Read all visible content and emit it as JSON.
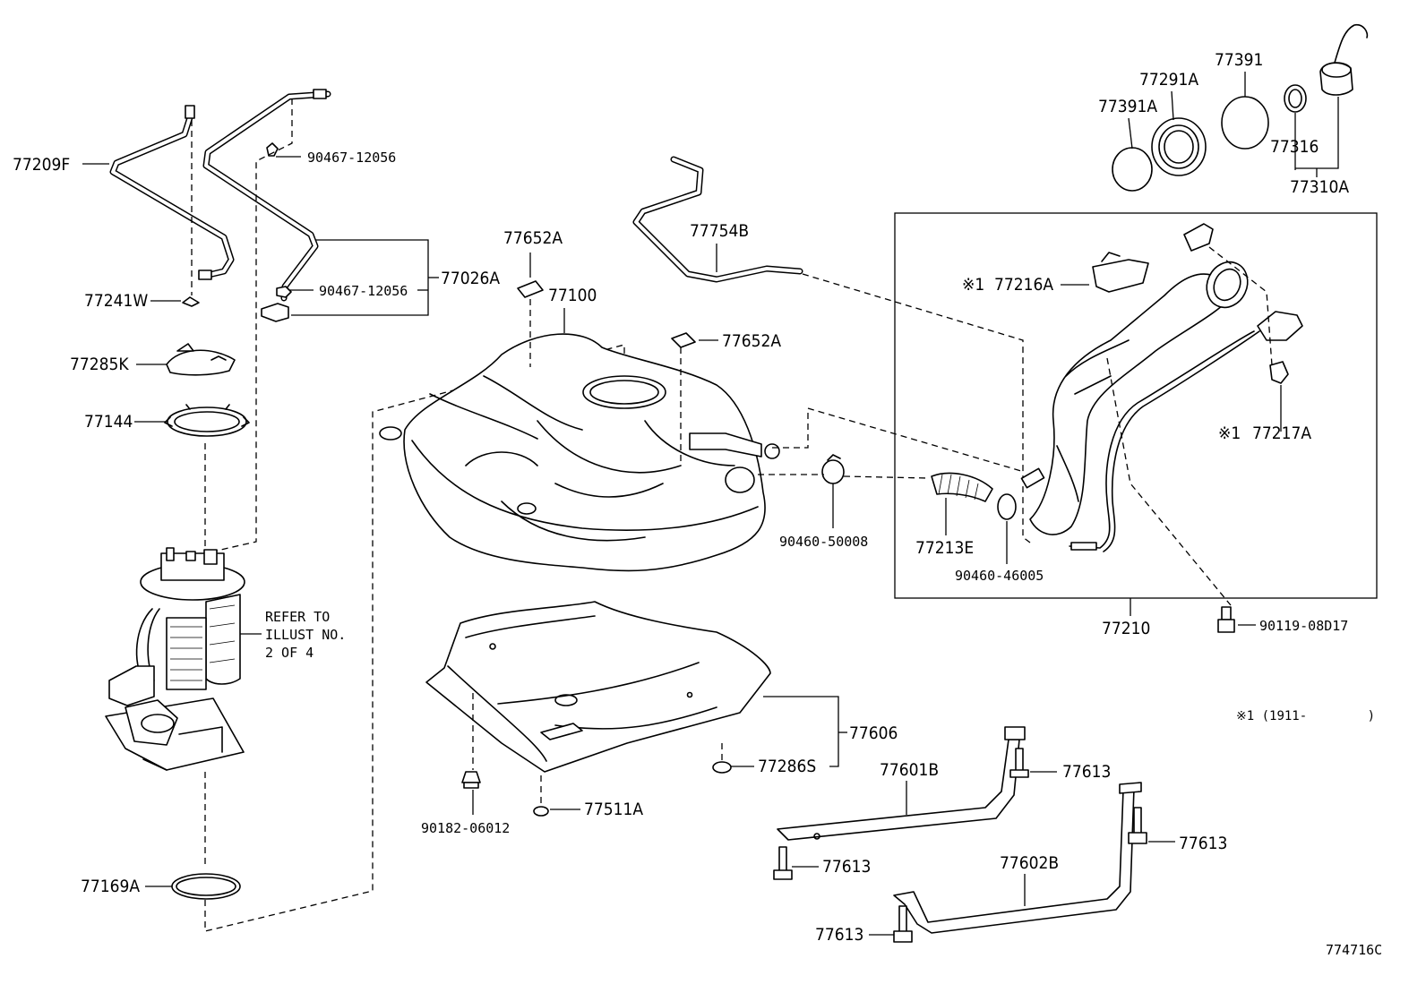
{
  "diagram_id": "774716C",
  "note": "※1 (1911-        )",
  "refer_note": [
    "REFER TO",
    "ILLUST NO.",
    "2 OF 4"
  ],
  "labels": {
    "p77209F": "77209F",
    "p90467_a": "90467-12056",
    "p90467_b": "90467-12056",
    "p77026A": "77026A",
    "p77241W": "77241W",
    "p77285K": "77285K",
    "p77144": "77144",
    "p77169A": "77169A",
    "p77652A_a": "77652A",
    "p77652A_b": "77652A",
    "p77100": "77100",
    "p77754B": "77754B",
    "p90460_50008": "90460-50008",
    "p77213E": "77213E",
    "p90460_46005": "90460-46005",
    "p77216A": "77216A",
    "p77217A": "77217A",
    "mark1": "※1",
    "mark2": "※1",
    "p77210": "77210",
    "p90119": "90119-08D17",
    "p77391": "77391",
    "p77291A": "77291A",
    "p77391A": "77391A",
    "p77316": "77316",
    "p77310A": "77310A",
    "p77606": "77606",
    "p77286S": "77286S",
    "p77511A": "77511A",
    "p90182": "90182-06012",
    "p77601B": "77601B",
    "p77613_a": "77613",
    "p77613_b": "77613",
    "p77613_c": "77613",
    "p77613_d": "77613",
    "p77602B": "77602B"
  }
}
